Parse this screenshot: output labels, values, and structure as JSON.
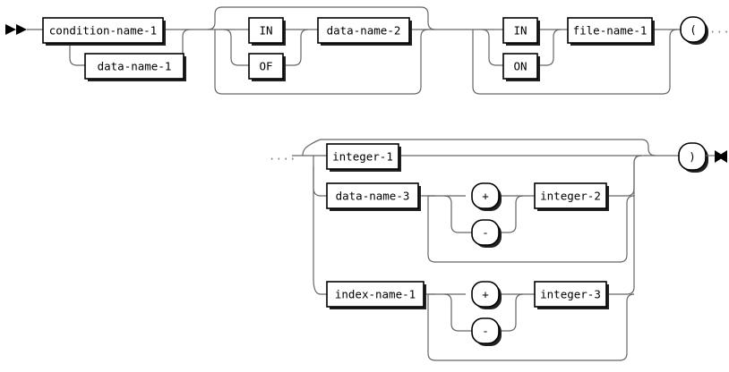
{
  "diagram": {
    "type": "railroad-syntax-diagram",
    "title": "",
    "colors": {
      "background": "#ffffff",
      "rail": "#666666",
      "box_border": "#000000",
      "box_fill": "#ffffff",
      "shadow": "#222222",
      "text": "#000000",
      "ellipsis": "#777777"
    },
    "start_marker": "double-arrow-right",
    "end_marker": "bowtie",
    "continuation_marker": "....",
    "rows": [
      {
        "row": 1,
        "nodes": [
          {
            "id": "condition-name-1",
            "label": "condition-name-1",
            "kind": "nonterminal"
          },
          {
            "id": "data-name-1",
            "label": "data-name-1",
            "kind": "nonterminal"
          },
          {
            "id": "in-1",
            "label": "IN",
            "kind": "terminal"
          },
          {
            "id": "of-1",
            "label": "OF",
            "kind": "terminal"
          },
          {
            "id": "data-name-2",
            "label": "data-name-2",
            "kind": "nonterminal"
          },
          {
            "id": "in-2",
            "label": "IN",
            "kind": "terminal"
          },
          {
            "id": "on-1",
            "label": "ON",
            "kind": "terminal"
          },
          {
            "id": "file-name-1",
            "label": "file-name-1",
            "kind": "nonterminal"
          },
          {
            "id": "lparen",
            "label": "(",
            "kind": "terminal-round"
          }
        ]
      },
      {
        "row": 2,
        "nodes": [
          {
            "id": "integer-1",
            "label": "integer-1",
            "kind": "nonterminal"
          },
          {
            "id": "data-name-3",
            "label": "data-name-3",
            "kind": "nonterminal"
          },
          {
            "id": "plus-1",
            "label": "+",
            "kind": "terminal-round"
          },
          {
            "id": "minus-1",
            "label": "-",
            "kind": "terminal-round"
          },
          {
            "id": "integer-2",
            "label": "integer-2",
            "kind": "nonterminal"
          },
          {
            "id": "index-name-1",
            "label": "index-name-1",
            "kind": "nonterminal"
          },
          {
            "id": "plus-2",
            "label": "+",
            "kind": "terminal-round"
          },
          {
            "id": "minus-2",
            "label": "-",
            "kind": "terminal-round"
          },
          {
            "id": "integer-3",
            "label": "integer-3",
            "kind": "nonterminal"
          },
          {
            "id": "rparen",
            "label": ")",
            "kind": "terminal-round"
          }
        ]
      }
    ],
    "labels": {
      "condition_name_1": "condition-name-1",
      "data_name_1": "data-name-1",
      "in_1": "IN",
      "of_1": "OF",
      "data_name_2": "data-name-2",
      "in_2": "IN",
      "on_1": "ON",
      "file_name_1": "file-name-1",
      "lparen": "(",
      "integer_1": "integer-1",
      "data_name_3": "data-name-3",
      "plus_1": "+",
      "minus_1": "-",
      "integer_2": "integer-2",
      "index_name_1": "index-name-1",
      "plus_2": "+",
      "minus_2": "-",
      "integer_3": "integer-3",
      "rparen": ")",
      "continuation_right": "....",
      "continuation_left": "...."
    }
  }
}
